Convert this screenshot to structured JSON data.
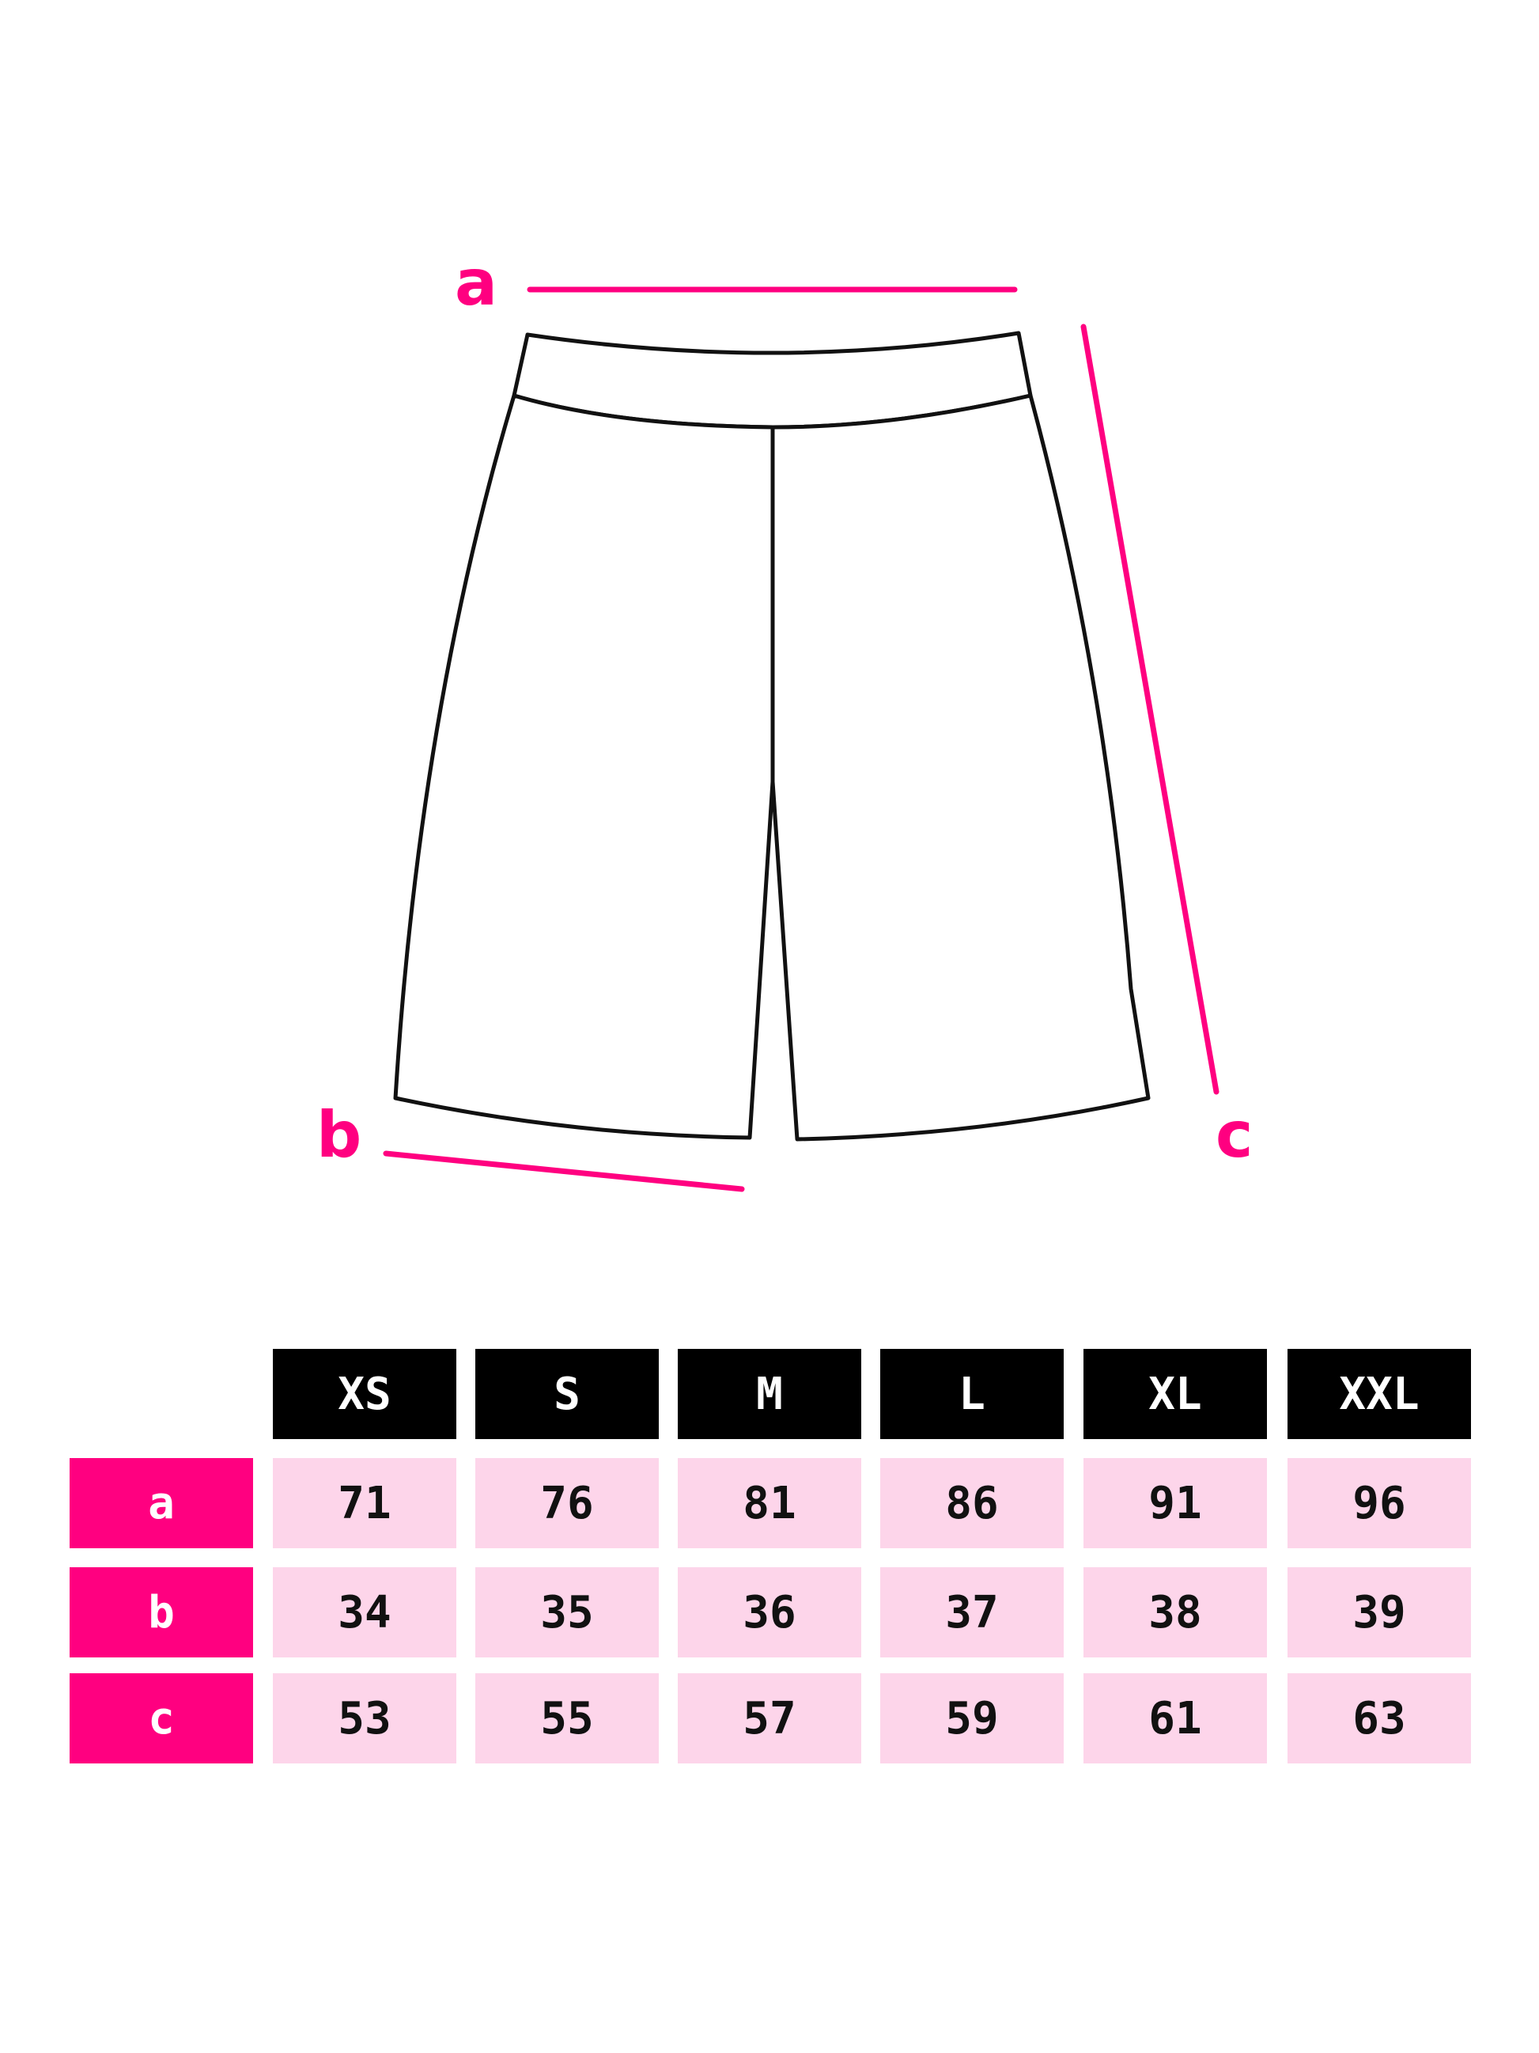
{
  "colors": {
    "accent": "#ff0080",
    "outline": "#111111",
    "header_bg": "#000000",
    "cell_bg": "#fdd5ea"
  },
  "diagram": {
    "labels": {
      "a": "a",
      "b": "b",
      "c": "c"
    }
  },
  "table": {
    "sizes": [
      "XS",
      "S",
      "M",
      "L",
      "XL",
      "XXL"
    ],
    "rows": [
      {
        "label": "a",
        "values": [
          "71",
          "76",
          "81",
          "86",
          "91",
          "96"
        ]
      },
      {
        "label": "b",
        "values": [
          "34",
          "35",
          "36",
          "37",
          "38",
          "39"
        ]
      },
      {
        "label": "c",
        "values": [
          "53",
          "55",
          "57",
          "59",
          "61",
          "63"
        ]
      }
    ]
  }
}
